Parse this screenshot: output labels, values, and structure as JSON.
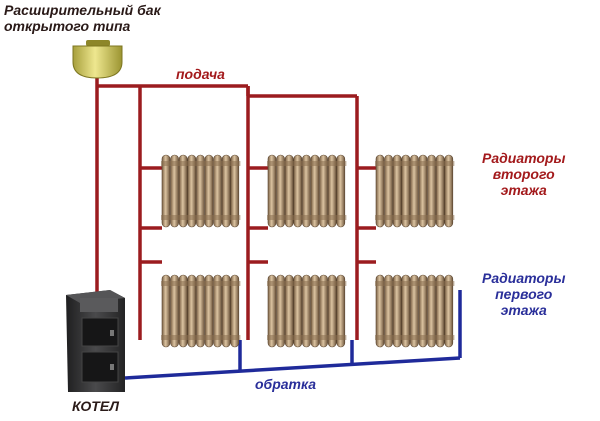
{
  "labels": {
    "tank_line1": "Расширительный бак",
    "tank_line2": "открытого типа",
    "supply": "подача",
    "return": "обратка",
    "boiler": "КОТЕЛ",
    "second_floor_line1": "Радиаторы",
    "second_floor_line2": "второго",
    "second_floor_line3": "этажа",
    "first_floor_line1": "Радиаторы",
    "first_floor_line2": "первого",
    "first_floor_line3": "этажа"
  },
  "colors": {
    "supply_pipe": "#9b1c1f",
    "return_pipe": "#1f2a9a",
    "radiator": "#b59a78",
    "tank": "#d7d06a",
    "boiler": "#2f2f30",
    "text_red": "#a31a1c",
    "text_blue": "#2a2f9a"
  },
  "diagram": {
    "floors": 2,
    "radiators_per_floor": 3,
    "radiator_sections": 9
  }
}
